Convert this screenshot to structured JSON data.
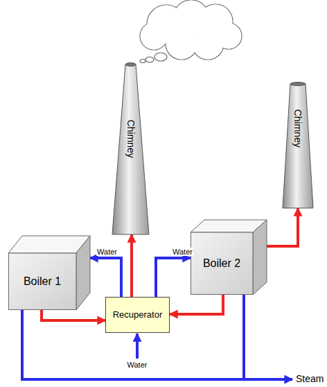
{
  "diagram": {
    "nodes": [
      {
        "text": [
          "Chimney"
        ]
      },
      {
        "text": [
          "Chimney"
        ]
      },
      {
        "text": [
          "Boiler 1"
        ]
      },
      {
        "text": [
          "Boiler 2"
        ]
      },
      {
        "text": [
          "Recuperator"
        ]
      }
    ],
    "edges": [
      {
        "from": 2,
        "to": 4,
        "arrow": "to"
      },
      {
        "from": 3,
        "to": 4,
        "arrow": "to"
      },
      {
        "from": 4,
        "to": 0,
        "arrow": "to"
      },
      {
        "from": 3,
        "to": 1,
        "arrow": "to"
      },
      {
        "from": 4,
        "to": 2,
        "arrow": "to",
        "label": "Water"
      },
      {
        "from": 4,
        "to": 3,
        "arrow": "to",
        "label": "Water"
      }
    ],
    "labels": [
      "Water",
      "Steam"
    ]
  }
}
